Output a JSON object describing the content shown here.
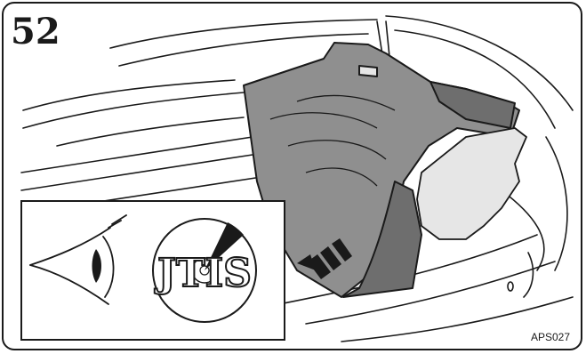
{
  "figure": {
    "step_number": "52",
    "figure_code": "APS027",
    "inset_logo_text": "JTIS"
  },
  "colors": {
    "outline": "#1a1a1a",
    "liner_gray": "#8f8f8f",
    "liner_dark": "#6e6e6e",
    "cloth_light": "#e6e6e6",
    "background": "#ffffff"
  }
}
